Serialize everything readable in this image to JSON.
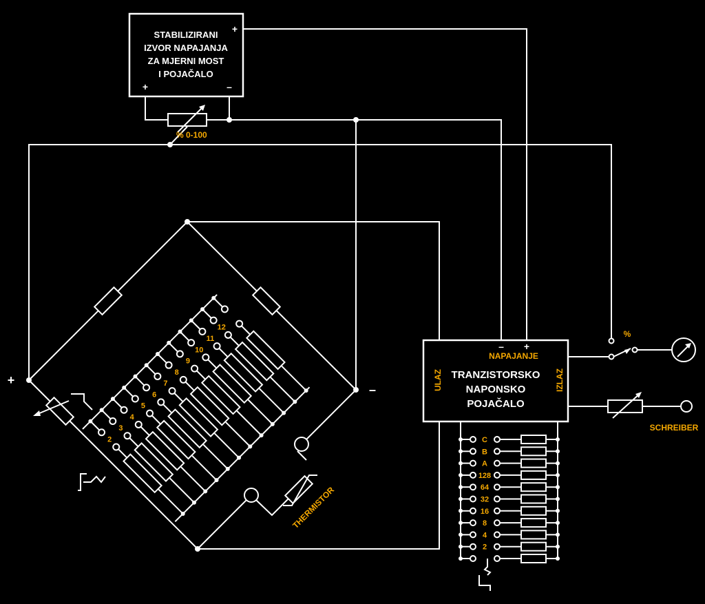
{
  "power_supply": {
    "lines": [
      "STABILIZIRANI",
      "IZVOR NAPAJANJA",
      "ZA MJERNI MOST",
      "I POJAČALO"
    ],
    "plus_top": "+",
    "plus_bottom": "+",
    "minus_bottom": "–"
  },
  "potentiometer_label": "% 0-100",
  "amplifier": {
    "lines": [
      "TRANZISTORSKO",
      "NAPONSKO",
      "POJAČALO"
    ],
    "input_label": "ULAZ",
    "output_label": "IZLAZ",
    "supply_label": "NAPAJANJE",
    "supply_minus": "–",
    "supply_plus": "+"
  },
  "bridge": {
    "plus_label": "+",
    "minus_label": "–",
    "thermistor_label": "THERMISTOR",
    "range_taps": [
      "2",
      "3",
      "4",
      "5",
      "6",
      "7",
      "8",
      "9",
      "10",
      "11",
      "12"
    ]
  },
  "gain_taps": [
    "C",
    "B",
    "A",
    "128",
    "64",
    "32",
    "16",
    "8",
    "4",
    "2"
  ],
  "switch_label": "%",
  "recorder_label": "SCHREIBER",
  "colors": {
    "background": "#000000",
    "line": "#ffffff",
    "accent": "#f5a800"
  }
}
